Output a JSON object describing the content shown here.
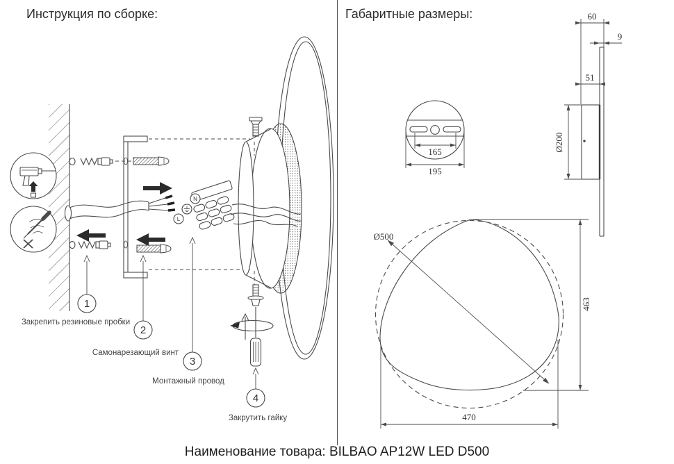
{
  "colors": {
    "line": "#4a4a4a",
    "ink": "#2b2b2b",
    "background": "#ffffff"
  },
  "left_panel": {
    "title": "Инструкция по сборке:",
    "steps": [
      {
        "num": "1",
        "label": "Закрепить резиновые пробки"
      },
      {
        "num": "2",
        "label": "Самонарезающий винт"
      },
      {
        "num": "3",
        "label": "Монтажный провод"
      },
      {
        "num": "4",
        "label": "Закрутить гайку"
      }
    ],
    "terminals": {
      "n": "N",
      "l": "L"
    }
  },
  "right_panel": {
    "title": "Габаритные размеры:",
    "dims": {
      "total_depth": "60",
      "panel_thickness": "9",
      "housing_depth": "51",
      "housing_diameter": "Ø200",
      "slot_spacing": "165",
      "bracket_width": "195",
      "disc_diameter": "Ø500",
      "height": "463",
      "width": "470"
    }
  },
  "footer": {
    "product_name": "Наименование товара: BILBAO AP12W LED D500"
  }
}
